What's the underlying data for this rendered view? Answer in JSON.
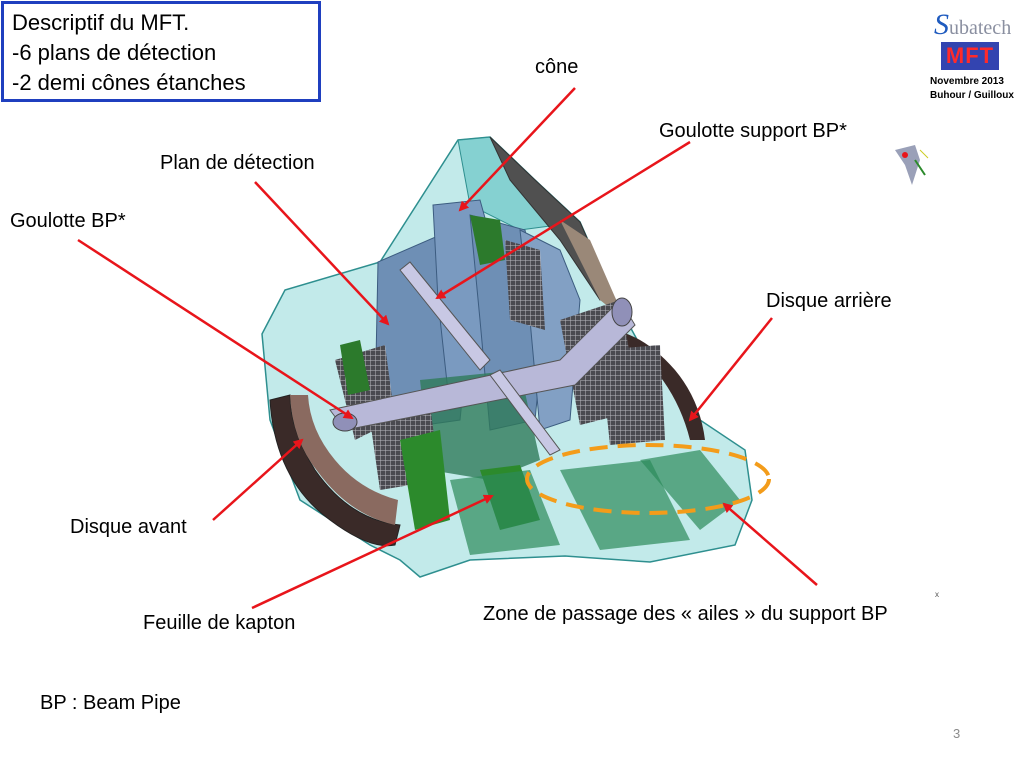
{
  "title": {
    "line1": "Descriptif du MFT.",
    "line2": "-6 plans de détection",
    "line3": "-2 demi cônes étanches"
  },
  "logo": {
    "subatech": "ubatech",
    "subatech_s": "S",
    "mft": "MFT",
    "date": "Novembre 2013",
    "authors": "Buhour / Guilloux"
  },
  "labels": {
    "cone": "cône",
    "goulotte_support": "Goulotte support BP*",
    "plan_detection": "Plan de détection",
    "goulotte_bp": "Goulotte BP*",
    "disque_arriere": "Disque arrière",
    "disque_avant": "Disque avant",
    "feuille_kapton": "Feuille de kapton",
    "zone_passage": "Zone de passage des « ailes » du support BP",
    "bp_def": "BP : Beam Pipe"
  },
  "page_number": "3",
  "axis_mark": "x"
}
